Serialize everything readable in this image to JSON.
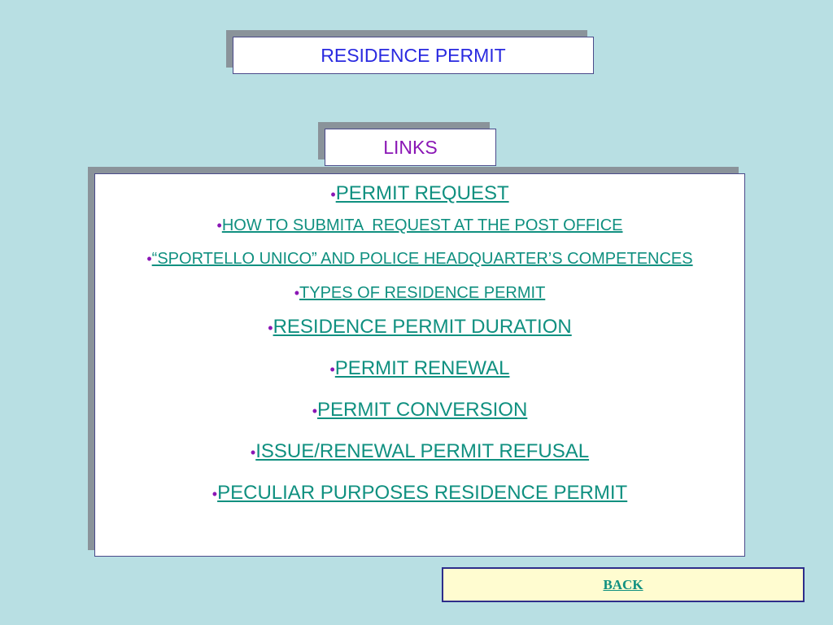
{
  "header": {
    "title": "RESIDENCE PERMIT"
  },
  "links_section": {
    "heading": "LINKS",
    "bullet": "•",
    "items": [
      {
        "label": "PERMIT REQUEST"
      },
      {
        "label": "HOW TO SUBMITA  REQUEST AT THE POST OFFICE"
      },
      {
        "label": "“SPORTELLO UNICO” AND POLICE HEADQUARTER’S COMPETENCES"
      },
      {
        "label": "TYPES OF RESIDENCE PERMIT"
      },
      {
        "label": "RESIDENCE PERMIT DURATION"
      },
      {
        "label": "PERMIT RENEWAL"
      },
      {
        "label": "PERMIT CONVERSION"
      },
      {
        "label": "ISSUE/RENEWAL PERMIT REFUSAL"
      },
      {
        "label": "PECULIAR PURPOSES RESIDENCE PERMIT"
      }
    ]
  },
  "footer": {
    "back_label": "BACK"
  },
  "colors": {
    "background": "#b8dfe3",
    "title": "#2a2ae0",
    "heading": "#8a16b5",
    "link": "#109080",
    "back_box": "#fffcd0"
  }
}
